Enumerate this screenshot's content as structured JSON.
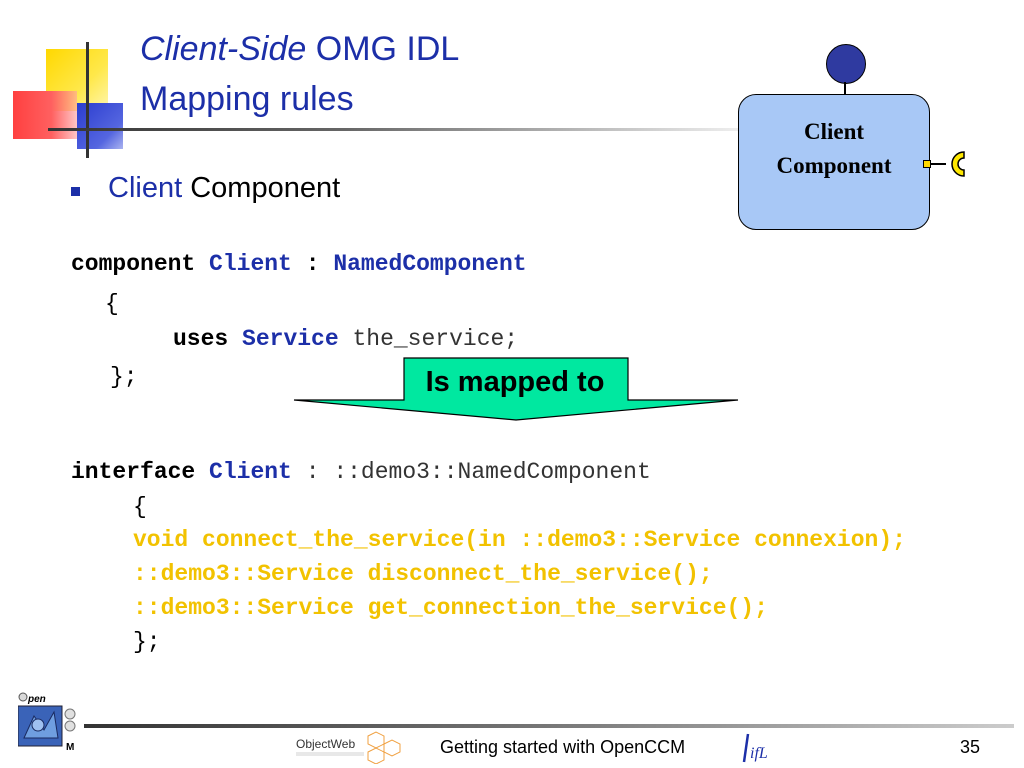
{
  "title": {
    "line1_italic": "Client-Side",
    "line1_rest": " OMG IDL",
    "line2": "Mapping rules"
  },
  "diagram": {
    "component_line1": "Client",
    "component_line2": "Component"
  },
  "bullet": {
    "word1": "Client",
    "word2": " Component"
  },
  "idl_component": {
    "kw_component": "component",
    "name": "Client",
    "sep": ":",
    "base": "NamedComponent",
    "open": "{",
    "kw_uses": "uses",
    "type": "Service",
    "field": "the_service;",
    "close": "};"
  },
  "arrow_label": "Is mapped to",
  "idl_interface": {
    "kw_interface": "interface",
    "name": "Client",
    "sep": ":",
    "base": "::demo3::NamedComponent",
    "open": "{",
    "op1": "void connect_the_service(in ::demo3::Service connexion);",
    "op2": "::demo3::Service disconnect_the_service();",
    "op3": "::demo3::Service get_connection_the_service();",
    "close": "};"
  },
  "footer": {
    "title": "Getting started with OpenCCM",
    "page": "35",
    "logo_text_open": "pen",
    "logo_text_objectweb": "ObjectWeb",
    "logo_text_ifl": "ifL"
  },
  "colors": {
    "title_blue": "#1c2fa8",
    "component_fill": "#a8c8f6",
    "arrow_fill": "#00e8a0",
    "code_yellow": "#f2c200"
  }
}
